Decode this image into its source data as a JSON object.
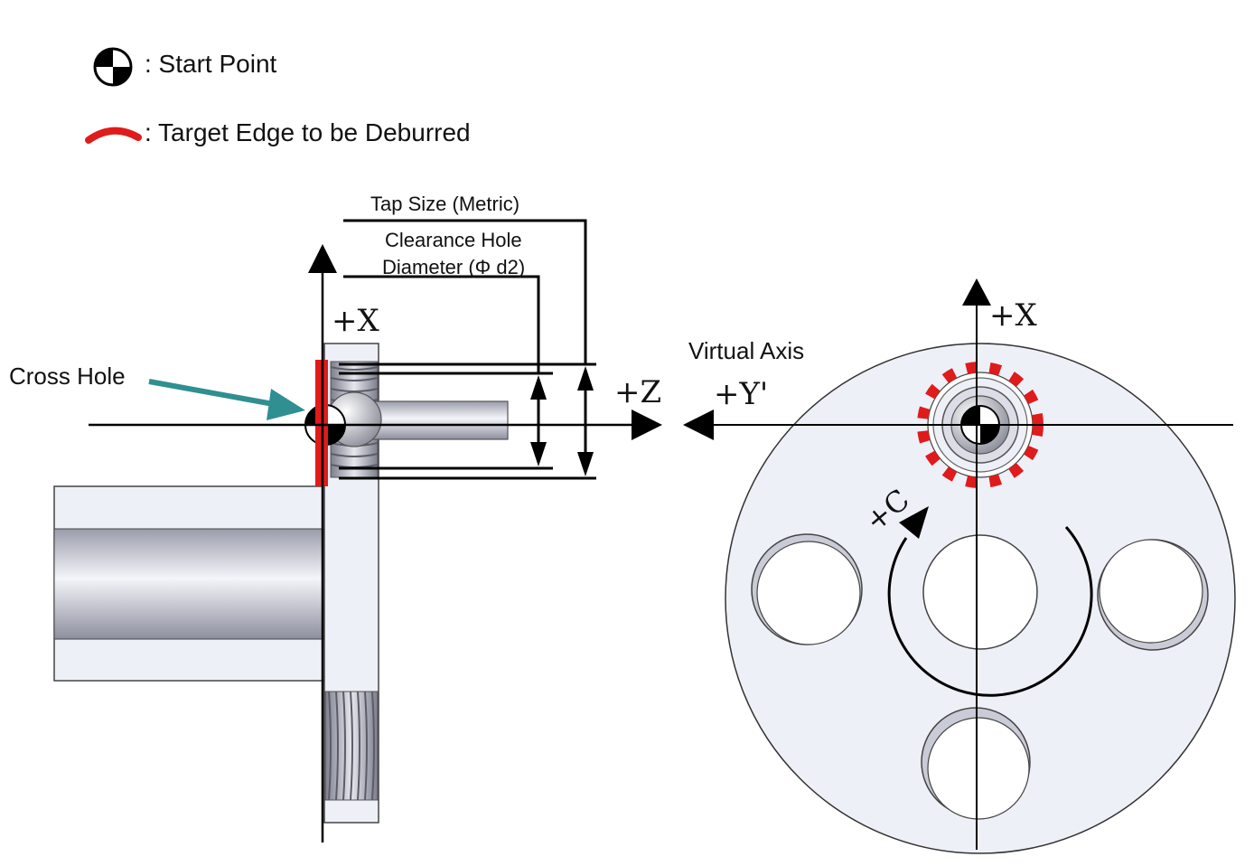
{
  "legend": {
    "start_point": ": Start Point",
    "target_edge": ": Target Edge to be Deburred"
  },
  "side_view": {
    "cross_hole": "Cross Hole",
    "tap_size": "Tap Size (Metric)",
    "clearance_line1": "Clearance Hole",
    "clearance_line2": "Diameter (Φ d2)",
    "axis_x": "+X",
    "axis_z": "+Z"
  },
  "front_view": {
    "virtual_axis": "Virtual Axis",
    "axis_x": "+X",
    "axis_y": "+Y'",
    "axis_c": "+C"
  },
  "colors": {
    "target_edge": "#e01b1b",
    "arrow_teal": "#2f8f91",
    "part_fill": "#eef0f8"
  }
}
